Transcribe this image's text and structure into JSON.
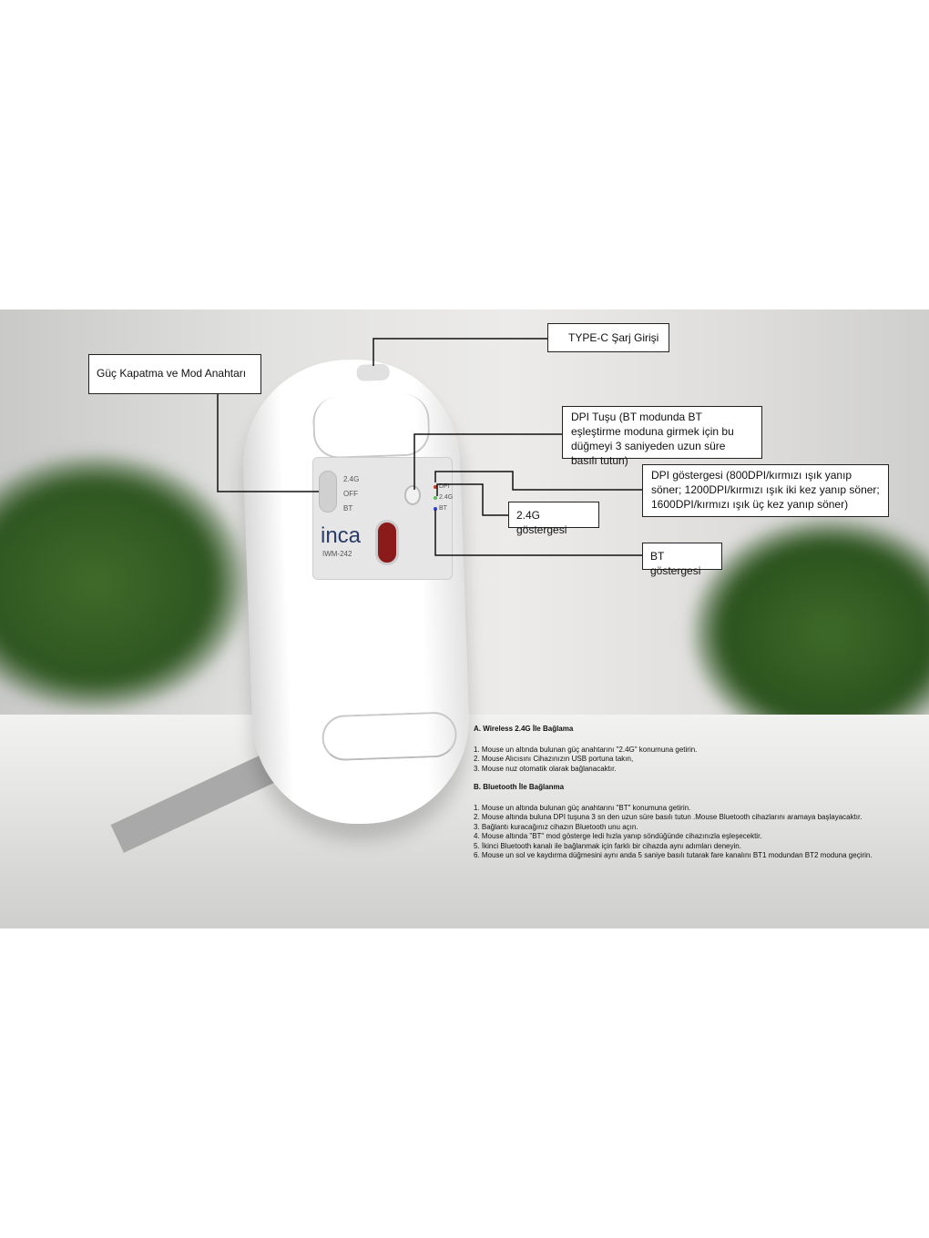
{
  "labels": {
    "power_switch": "Güç Kapatma ve Mod Anahtarı",
    "type_c": "TYPE-C Şarj Girişi",
    "dpi_button": "DPI Tuşu (BT modunda BT eşleştirme moduna girmek için bu düğmeyi 3 saniyeden uzun süre basılı tutun)",
    "dpi_indicator": "DPI göstergesi (800DPI/kırmızı ışık yanıp söner; 1200DPI/kırmızı ışık iki kez yanıp söner; 1600DPI/kırmızı ışık üç kez yanıp söner)",
    "g24_indicator": "2.4G göstergesi",
    "bt_indicator": "BT göstergesi"
  },
  "device": {
    "switch_positions": [
      "2.4G",
      "OFF",
      "BT"
    ],
    "indicators": [
      "DPI",
      "2.4G",
      "BT"
    ],
    "brand": "inca",
    "model": "IWM-242",
    "indicator_colors": [
      "#c0392b",
      "#5cb85c",
      "#2c3ed6"
    ]
  },
  "instructions": {
    "a_title": "A. Wireless 2.4G İle Bağlama",
    "a_steps": [
      "1. Mouse un altında bulunan güç anahtarını \"2.4G\" konumuna getirin.",
      "2. Mouse Alıcısını Cihazınızın USB portuna takın,",
      "3. Mouse nuz otomatik olarak bağlanacaktır."
    ],
    "b_title": "B. Bluetooth İle Bağlanma",
    "b_steps": [
      "1. Mouse un altında bulunan güç anahtarını \"BT\" konumuna getirin.",
      "2. Mouse altında buluna DPI tuşuna 3 sn den uzun süre basılı tutun .Mouse Bluetooth cihazlarını aramaya başlayacaktır.",
      "3. Bağlantı kuracağınız cihazın Bluetooth unu açın.",
      "4. Mouse altında \"BT\" mod gösterge ledi hızla yanıp söndüğünde cihazınızla eşleşecektir.",
      "5. İkinci Bluetooth kanalı ile bağlanmak için farklı bir cihazda aynı adımları deneyin.",
      "6. Mouse un sol ve kaydırma düğmesini aynı anda 5 saniye basılı tutarak fare kanalını BT1 modundan BT2 moduna geçirin."
    ]
  }
}
